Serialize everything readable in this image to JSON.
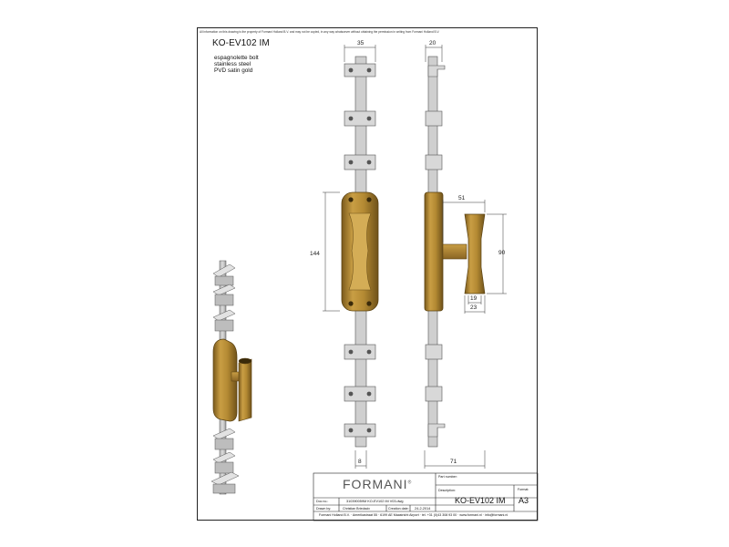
{
  "document": {
    "disclaimer": "All information on this drawing is the property of Formani Holland B.V. and may not be copied, in any way whatsoever without obtaining the permission in writing from Formani Holland B.V.",
    "title": "KO-EV102 IM",
    "description_lines": [
      "espagnolette bolt",
      "stainless steel",
      "PVD satin gold"
    ]
  },
  "dimensions": {
    "front_width": "35",
    "side_width": "20",
    "handle_height": "144",
    "handle_projection": "51",
    "grip_height": "90",
    "grip_diameter_inner": "19",
    "grip_diameter_outer": "23",
    "rod_width": "8",
    "total_depth": "71"
  },
  "title_block": {
    "brand": "FORMANI",
    "brand_mark": "®",
    "part_no_label": "Part number:",
    "part_no_value": "",
    "description_label": "Description:",
    "description_value": "KO-EV102 IM",
    "format_label": "Format:",
    "format_value": "A3",
    "doc_no_label": "Doc no.:",
    "doc_no_value": "310390059M KO-EV102 IM V03.dwg",
    "drawn_by_label": "Drawn by:",
    "drawn_by_value": "Christian Briedacix",
    "creation_date_label": "Creation date:",
    "creation_date_value": "24-2-2014",
    "footer": "Formani Holland B.V. · Amerikastraat 55 · 6199 AE Maastricht Airport · tel. +31 (0)43 308 93 00 · www.formani.nl · info@formani.nl"
  },
  "colors": {
    "gold": "#a77f2c",
    "gold_light": "#d2ab55",
    "gold_dark": "#6f521a",
    "steel": "#c9c9c9",
    "steel_dark": "#8c8c8c",
    "line": "#222222"
  }
}
